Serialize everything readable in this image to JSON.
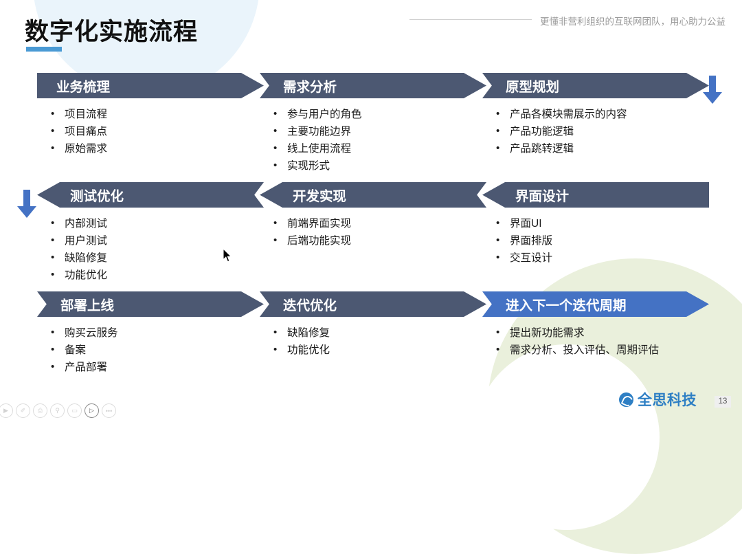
{
  "header": {
    "title": "数字化实施流程",
    "tagline": "更懂非营利组织的互联网团队，用心助力公益"
  },
  "flow": {
    "rows": [
      {
        "direction": "right",
        "cells": [
          {
            "title": "业务梳理",
            "accent": false,
            "edge": "flat-left",
            "items": [
              "项目流程",
              "项目痛点",
              "原始需求"
            ]
          },
          {
            "title": "需求分析",
            "accent": false,
            "edge": "notch",
            "items": [
              "参与用户的角色",
              "主要功能边界",
              "线上使用流程",
              "实现形式"
            ]
          },
          {
            "title": "原型规划",
            "accent": false,
            "edge": "notch",
            "items": [
              "产品各模块需展示的内容",
              "产品功能逻辑",
              "产品跳转逻辑"
            ]
          }
        ]
      },
      {
        "direction": "left",
        "cells": [
          {
            "title": "测试优化",
            "accent": false,
            "edge": "notch",
            "items": [
              "内部测试",
              "用户测试",
              "缺陷修复",
              "功能优化"
            ]
          },
          {
            "title": "开发实现",
            "accent": false,
            "edge": "notch",
            "items": [
              "前端界面实现",
              "后端功能实现"
            ]
          },
          {
            "title": "界面设计",
            "accent": false,
            "edge": "flat-right",
            "items": [
              "界面UI",
              "界面排版",
              "交互设计"
            ]
          }
        ]
      },
      {
        "direction": "right",
        "cells": [
          {
            "title": "部署上线",
            "accent": false,
            "edge": "notch",
            "items": [
              "购买云服务",
              "备案",
              "产品部署"
            ]
          },
          {
            "title": "迭代优化",
            "accent": false,
            "edge": "notch",
            "items": [
              "缺陷修复",
              "功能优化"
            ]
          },
          {
            "title": "进入下一个迭代周期",
            "accent": true,
            "edge": "notch",
            "items": [
              "提出新功能需求",
              "需求分析、投入评估、周期评估"
            ]
          }
        ]
      }
    ]
  },
  "connectors": [
    {
      "name": "arrow-right-down",
      "icon": "down-arrow-icon"
    },
    {
      "name": "arrow-left-down",
      "icon": "down-arrow-icon"
    }
  ],
  "footer": {
    "logo_text": "全思科技",
    "page_number": "13"
  },
  "tool_strip": [
    {
      "icon": "play-icon",
      "glyph": "▶",
      "active": false
    },
    {
      "icon": "pencil-icon",
      "glyph": "✐",
      "active": false
    },
    {
      "icon": "print-icon",
      "glyph": "⎙",
      "active": false
    },
    {
      "icon": "search-icon",
      "glyph": "⚲",
      "active": false
    },
    {
      "icon": "comment-icon",
      "glyph": "▭",
      "active": false
    },
    {
      "icon": "video-icon",
      "glyph": "▷",
      "active": true
    },
    {
      "icon": "more-icon",
      "glyph": "•••",
      "active": false
    }
  ],
  "colors": {
    "chevron": "#4c5872",
    "chevron_accent": "#4472c4",
    "arrow_blue": "#4472c4",
    "title_underline": "#4a9ad4",
    "logo_blue": "#2e7fc4",
    "deco_blue": "#eaf4fb",
    "deco_green": "#eaf0dc"
  }
}
